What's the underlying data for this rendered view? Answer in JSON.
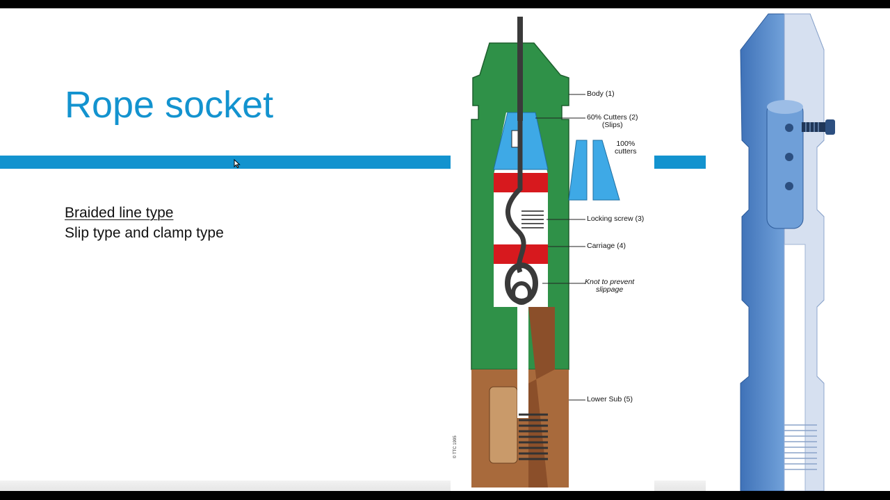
{
  "slide": {
    "title": "Rope socket",
    "bullets": [
      "Braided line type",
      "Slip type and clamp type"
    ]
  },
  "diagram": {
    "labels": {
      "body": "Body (1)",
      "cutters_line1": "60% Cutters (2)",
      "cutters_line2": "(Slips)",
      "full_cutters_line1": "100%",
      "full_cutters_line2": "cutters",
      "locking_screw": "Locking screw (3)",
      "carriage": "Carriage (4)",
      "knot_line1": "Knot to prevent",
      "knot_line2": "slippage",
      "lower_sub": "Lower Sub (5)"
    },
    "copyright": "© TTC 1995"
  },
  "colors": {
    "accent": "#1393cf",
    "body_green": "#2f9148",
    "cutter_blue": "#3ea9e6",
    "carriage_red": "#d7191e",
    "lower_sub_brown": "#a86a3c",
    "photo_blue": "#5b8fd0"
  }
}
